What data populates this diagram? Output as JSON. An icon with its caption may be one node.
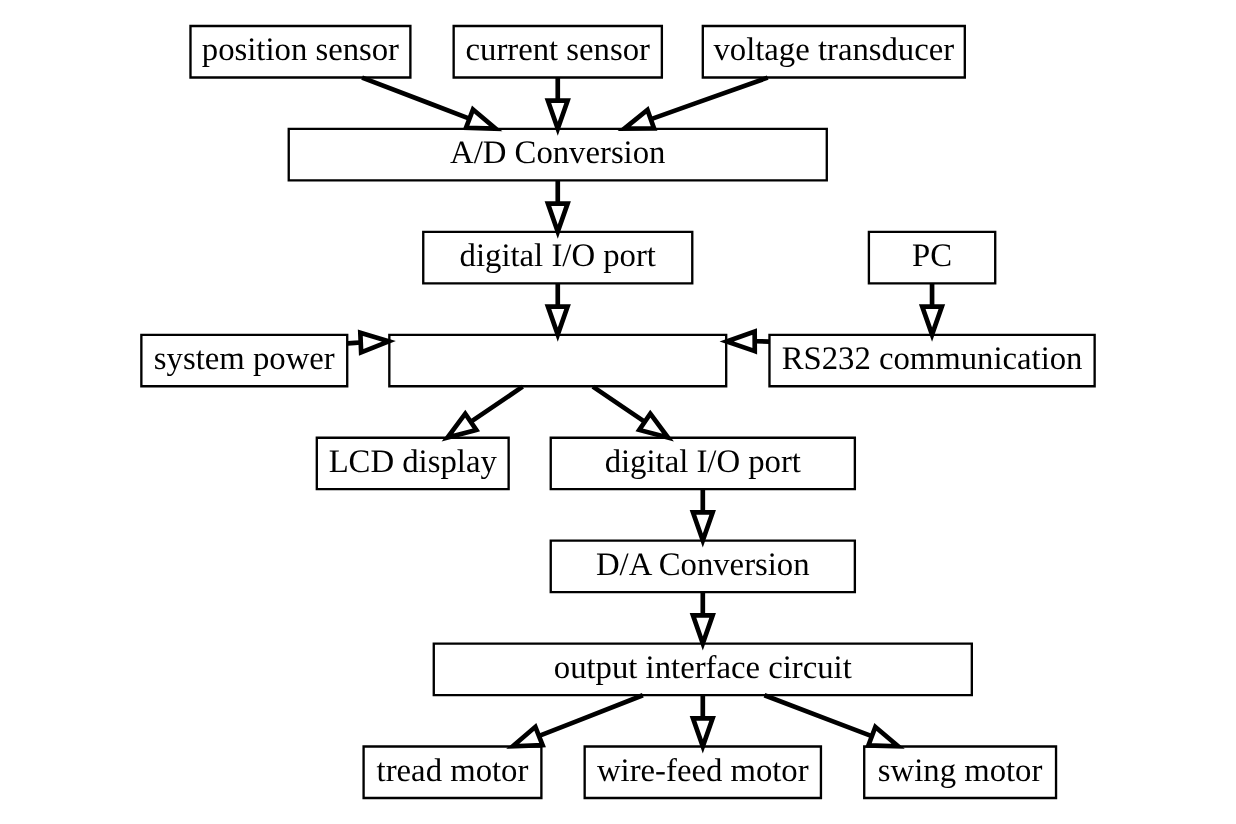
{
  "diagram": {
    "nodes": [
      {
        "text": [
          "position sensor"
        ]
      },
      {
        "text": [
          "current sensor"
        ]
      },
      {
        "text": [
          "voltage transducer"
        ]
      },
      {
        "text": [
          "A/D Conversion"
        ]
      },
      {
        "text": [
          "digital I/O port"
        ]
      },
      {
        "text": [
          "PC"
        ]
      },
      {
        "text": [
          "system power"
        ]
      },
      {
        "text": [],
        "shape": "box"
      },
      {
        "text": [
          "RS232 communication"
        ]
      },
      {
        "text": [
          "LCD display"
        ]
      },
      {
        "text": [
          "digital I/O port"
        ]
      },
      {
        "text": [
          "D/A Conversion"
        ]
      },
      {
        "text": [
          "output interface circuit"
        ]
      },
      {
        "text": [
          "tread motor"
        ]
      },
      {
        "text": [
          "wire-feed motor"
        ]
      },
      {
        "text": [
          "swing motor"
        ]
      }
    ],
    "edges": [
      {
        "from": 0,
        "to": 3,
        "arrow": "to"
      },
      {
        "from": 1,
        "to": 3,
        "arrow": "to"
      },
      {
        "from": 2,
        "to": 3,
        "arrow": "to"
      },
      {
        "from": 3,
        "to": 4,
        "arrow": "to"
      },
      {
        "from": 4,
        "to": 7,
        "arrow": "to"
      },
      {
        "from": 5,
        "to": 8,
        "arrow": "to"
      },
      {
        "from": 6,
        "to": 7,
        "arrow": "to"
      },
      {
        "from": 8,
        "to": 7,
        "arrow": "to"
      },
      {
        "from": 7,
        "to": 9,
        "arrow": "to"
      },
      {
        "from": 7,
        "to": 10,
        "arrow": "to"
      },
      {
        "from": 10,
        "to": 11,
        "arrow": "to"
      },
      {
        "from": 11,
        "to": 12,
        "arrow": "to"
      },
      {
        "from": 12,
        "to": 13,
        "arrow": "to"
      },
      {
        "from": 12,
        "to": 14,
        "arrow": "to"
      },
      {
        "from": 12,
        "to": 15,
        "arrow": "to"
      }
    ]
  }
}
